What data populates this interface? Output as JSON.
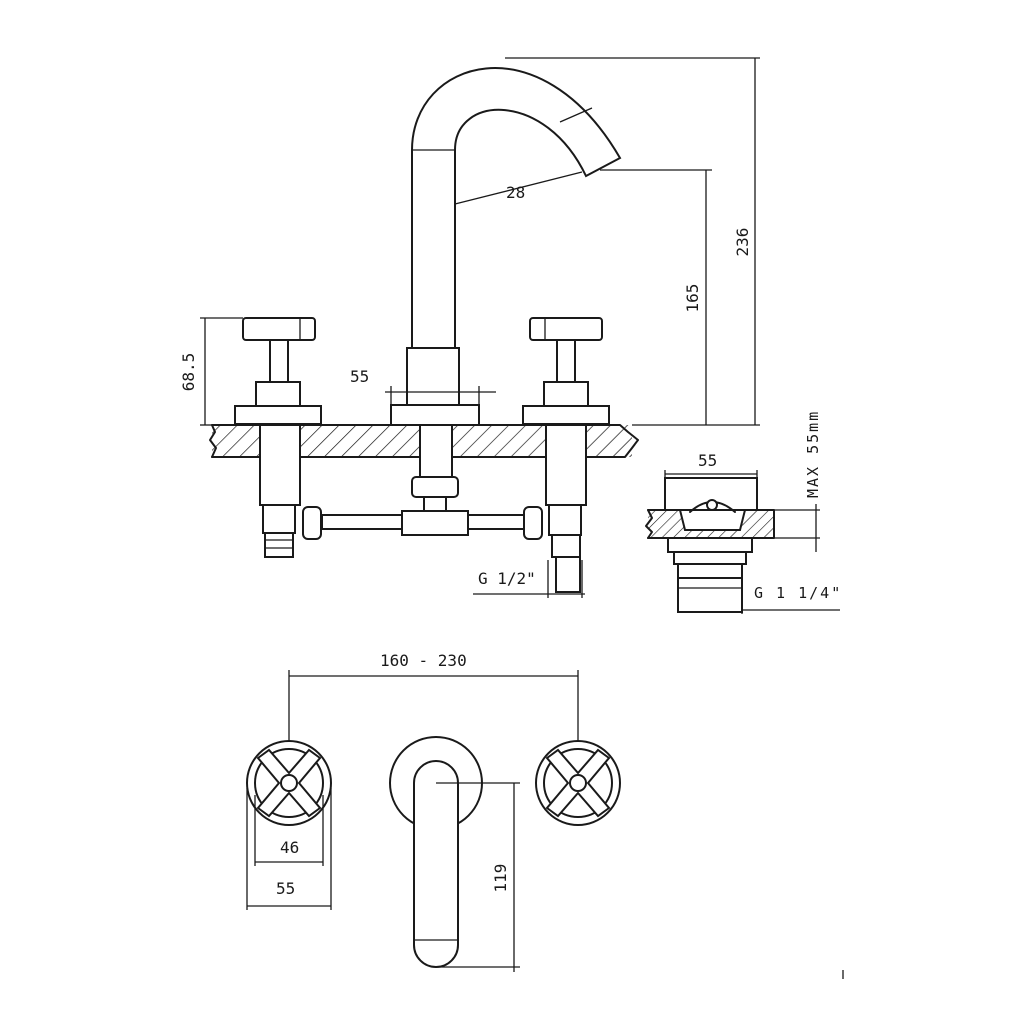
{
  "drawing": {
    "side_view": {
      "spout_diameter": "28",
      "spout_height": "165",
      "total_height": "236",
      "handle_height": "68.5",
      "spout_base_width": "55",
      "inlet_thread": "G 1/2\""
    },
    "drain_detail": {
      "width": "55",
      "max_deck_thickness": "MAX 55mm",
      "outlet_thread": "G 1 1/4\""
    },
    "top_view": {
      "centers_range": "160 - 230",
      "rosette_inner": "46",
      "rosette_outer": "55",
      "spout_reach": "119"
    }
  }
}
